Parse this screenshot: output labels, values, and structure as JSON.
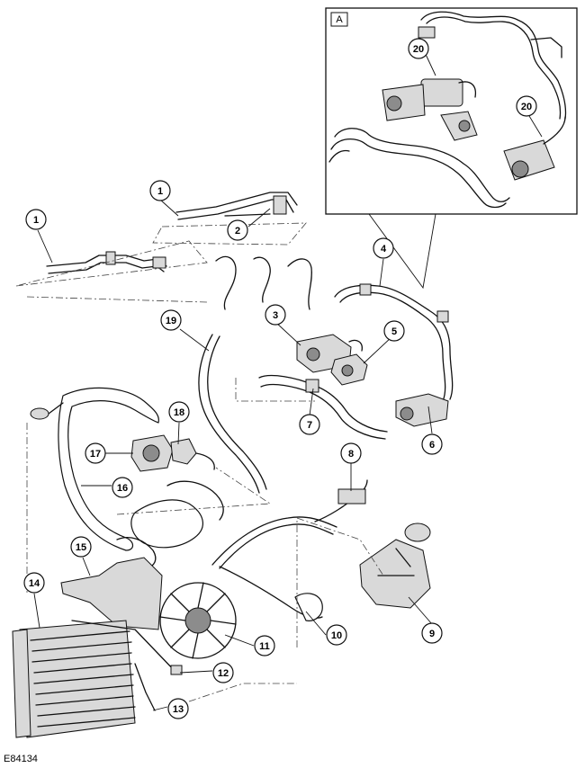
{
  "figure_ref": "E84134",
  "detail_label": "A",
  "callouts": [
    {
      "id": "c1a",
      "label": "1"
    },
    {
      "id": "c1b",
      "label": "1"
    },
    {
      "id": "c2",
      "label": "2"
    },
    {
      "id": "c3",
      "label": "3"
    },
    {
      "id": "c4",
      "label": "4"
    },
    {
      "id": "c5",
      "label": "5"
    },
    {
      "id": "c6",
      "label": "6"
    },
    {
      "id": "c7",
      "label": "7"
    },
    {
      "id": "c8",
      "label": "8"
    },
    {
      "id": "c9",
      "label": "9"
    },
    {
      "id": "c10",
      "label": "10"
    },
    {
      "id": "c11",
      "label": "11"
    },
    {
      "id": "c12",
      "label": "12"
    },
    {
      "id": "c13",
      "label": "13"
    },
    {
      "id": "c14",
      "label": "14"
    },
    {
      "id": "c15",
      "label": "15"
    },
    {
      "id": "c16",
      "label": "16"
    },
    {
      "id": "c17",
      "label": "17"
    },
    {
      "id": "c18",
      "label": "18"
    },
    {
      "id": "c19",
      "label": "19"
    },
    {
      "id": "c20a",
      "label": "20"
    },
    {
      "id": "c20b",
      "label": "20"
    }
  ]
}
